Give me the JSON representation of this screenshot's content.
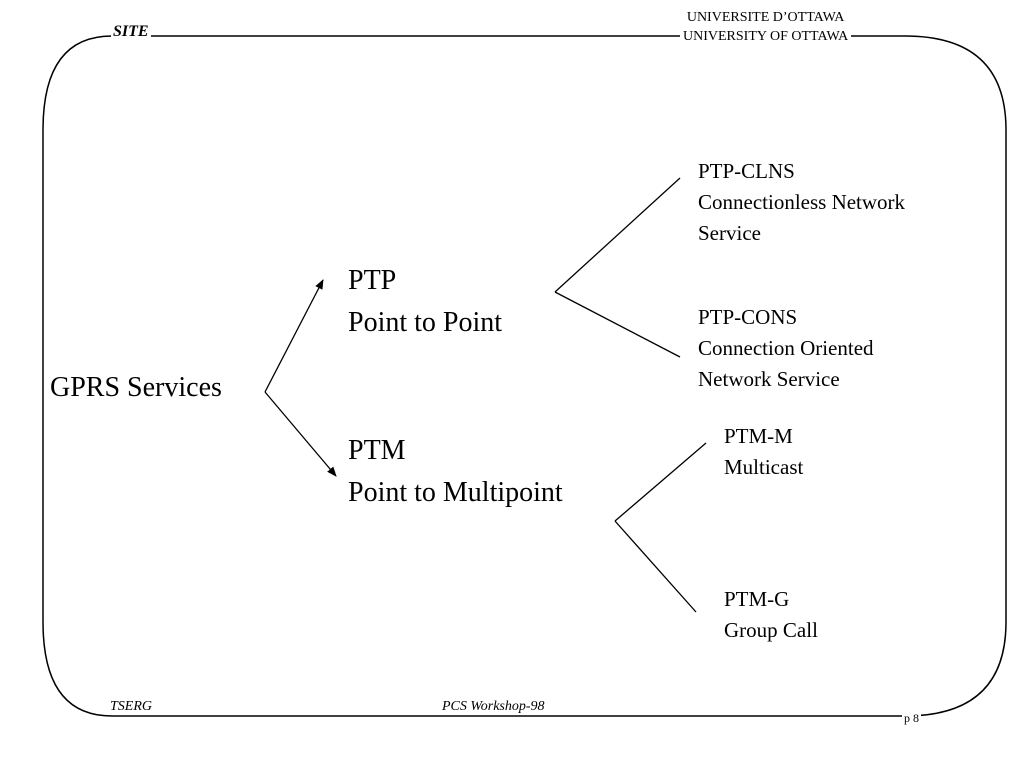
{
  "header": {
    "site_label": "SITE",
    "university_fr": "UNIVERSITE D’OTTAWA",
    "university_en": "UNIVERSITY OF OTTAWA"
  },
  "diagram": {
    "root": "GPRS Services",
    "ptp": {
      "title": "PTP",
      "subtitle": "Point to Point",
      "children": [
        {
          "line1": "PTP-CLNS",
          "line2": "Connectionless Network",
          "line3": "Service"
        },
        {
          "line1": "PTP-CONS",
          "line2": "Connection Oriented",
          "line3": "Network Service"
        }
      ]
    },
    "ptm": {
      "title": "PTM",
      "subtitle": "Point to Multipoint",
      "children": [
        {
          "line1": "PTM-M",
          "line2": "Multicast"
        },
        {
          "line1": "PTM-G",
          "line2": "Group Call"
        }
      ]
    }
  },
  "footer": {
    "left": "TSERG",
    "center": "PCS Workshop-98",
    "page": "p 8"
  }
}
